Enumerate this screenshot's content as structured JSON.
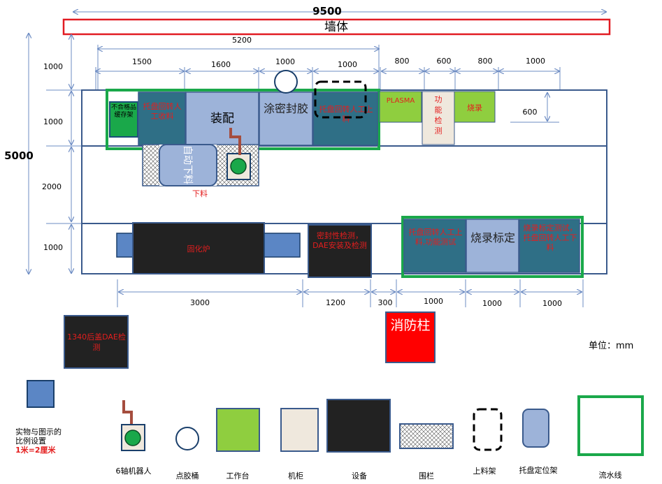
{
  "dimensions": {
    "total_width": "9500",
    "total_height": "5000",
    "inner_width": "5200",
    "top": [
      "1500",
      "1600",
      "1000",
      "1000",
      "800",
      "600",
      "800",
      "1000"
    ],
    "left": [
      "1000",
      "1000",
      "2000",
      "1000"
    ],
    "bottom": [
      "3000",
      "1200",
      "300",
      "1000",
      "1000",
      "1000"
    ],
    "right_small": "600"
  },
  "labels": {
    "wall": "墙体",
    "reject_cache": "不合格品缓存架",
    "tray_manual_unload": "托盘回转人工收料",
    "assembly": "装配",
    "glue_seal": "涂密封胶",
    "tray_manual_load": "托盘回转人工上料",
    "plasma": "PLASMA",
    "function_test": "功能检测",
    "burn": "烧录",
    "auto_unload": "自动下料",
    "unload": "下料",
    "curing_oven": "固化炉",
    "seal_test": "密封性检测，DAE安装及检测",
    "tray_load_function": "托盘回转人工上料,功能测试",
    "burn_calib": "烧录标定",
    "burn_calib_test": "烧录标定测试，托盘回转人工下料",
    "rear_cover": "1340后盖DAE检测",
    "hydrant": "消防柱",
    "unit": "单位：mm"
  },
  "legend": {
    "scale": "实物与图示的比例设置",
    "scale_value": "1米=2厘米",
    "robot": "6轴机器人",
    "glue_bucket": "点胶桶",
    "workbench": "工作台",
    "cabinet": "机柜",
    "equipment": "设备",
    "fence": "围栏",
    "loading_rack": "上料架",
    "tray_rack": "托盘定位架",
    "line": "流水线"
  },
  "colors": {
    "wall": "#e11b22",
    "line": "#1aa84a",
    "station": "#2f6f86",
    "station_light": "#9db3d9",
    "workbench": "#8fce3f",
    "cabinet": "#efe8dd",
    "equipment": "#222222",
    "tray": "#5b86c5",
    "hydrant": "#ff0000",
    "outline": "#3a5a8c"
  }
}
